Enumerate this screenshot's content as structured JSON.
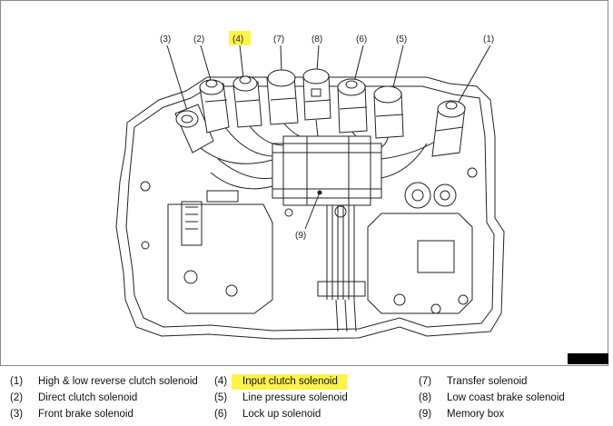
{
  "callouts": [
    "(3)",
    "(2)",
    "(4)",
    "(7)",
    "(8)",
    "(6)",
    "(5)",
    "(1)",
    "(9)"
  ],
  "highlight_color": "#fff24a",
  "legend": [
    {
      "num": "(1)",
      "text": "High & low reverse clutch solenoid"
    },
    {
      "num": "(2)",
      "text": "Direct clutch solenoid"
    },
    {
      "num": "(3)",
      "text": "Front brake solenoid"
    },
    {
      "num": "(4)",
      "text": "Input clutch solenoid",
      "highlighted": true
    },
    {
      "num": "(5)",
      "text": "Line pressure solenoid"
    },
    {
      "num": "(6)",
      "text": "Lock up solenoid"
    },
    {
      "num": "(7)",
      "text": "Transfer solenoid"
    },
    {
      "num": "(8)",
      "text": "Low coast brake solenoid"
    },
    {
      "num": "(9)",
      "text": "Memory box"
    }
  ]
}
